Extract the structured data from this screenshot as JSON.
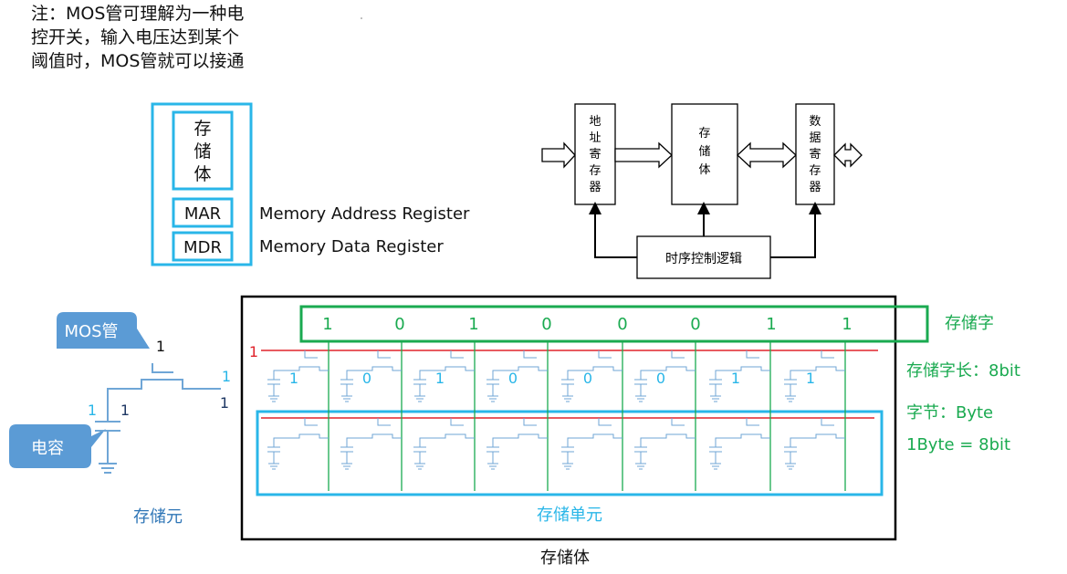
{
  "note": {
    "lines": [
      "注：MOS管可理解为一种电",
      "控开关，输入电压达到某个",
      "阈值时，MOS管就可以接通"
    ]
  },
  "memory_box": {
    "storage_chars": [
      "存",
      "储",
      "体"
    ],
    "mar_label": "MAR",
    "mdr_label": "MDR",
    "mar_full": "Memory Address Register",
    "mdr_full": "Memory Data Register"
  },
  "block_diagram": {
    "address_register_chars": [
      "地",
      "址",
      "寄",
      "存",
      "器"
    ],
    "storage_chars": [
      "存",
      "储",
      "体"
    ],
    "data_register_chars": [
      "数",
      "据",
      "寄",
      "存",
      "器"
    ],
    "timing_logic": "时序控制逻辑"
  },
  "cell": {
    "mos_label": "MOS管",
    "capacitor_label": "电容",
    "gate_value": "1",
    "out_value_top": "1",
    "out_value_bottom": "1",
    "cap_value_left": "1",
    "cap_value_right": "1",
    "caption": "存储元"
  },
  "array": {
    "word_bits": [
      "1",
      "0",
      "1",
      "0",
      "0",
      "0",
      "1",
      "1"
    ],
    "row_select": "1",
    "cell_bits": [
      "1",
      "0",
      "1",
      "0",
      "0",
      "0",
      "1",
      "1"
    ],
    "word_label": "存储字",
    "word_length": "存储字长：8bit",
    "byte_label": "字节：Byte",
    "byte_eq": "1Byte = 8bit",
    "unit_label": "存储单元",
    "caption": "存储体"
  },
  "colors": {
    "cyan": "#29B6E8",
    "green": "#1AAA50",
    "blue_text": "#2E75B6",
    "callout": "#5B9BD5",
    "circuit": "#6FA6D6",
    "red": "#E0242C"
  }
}
